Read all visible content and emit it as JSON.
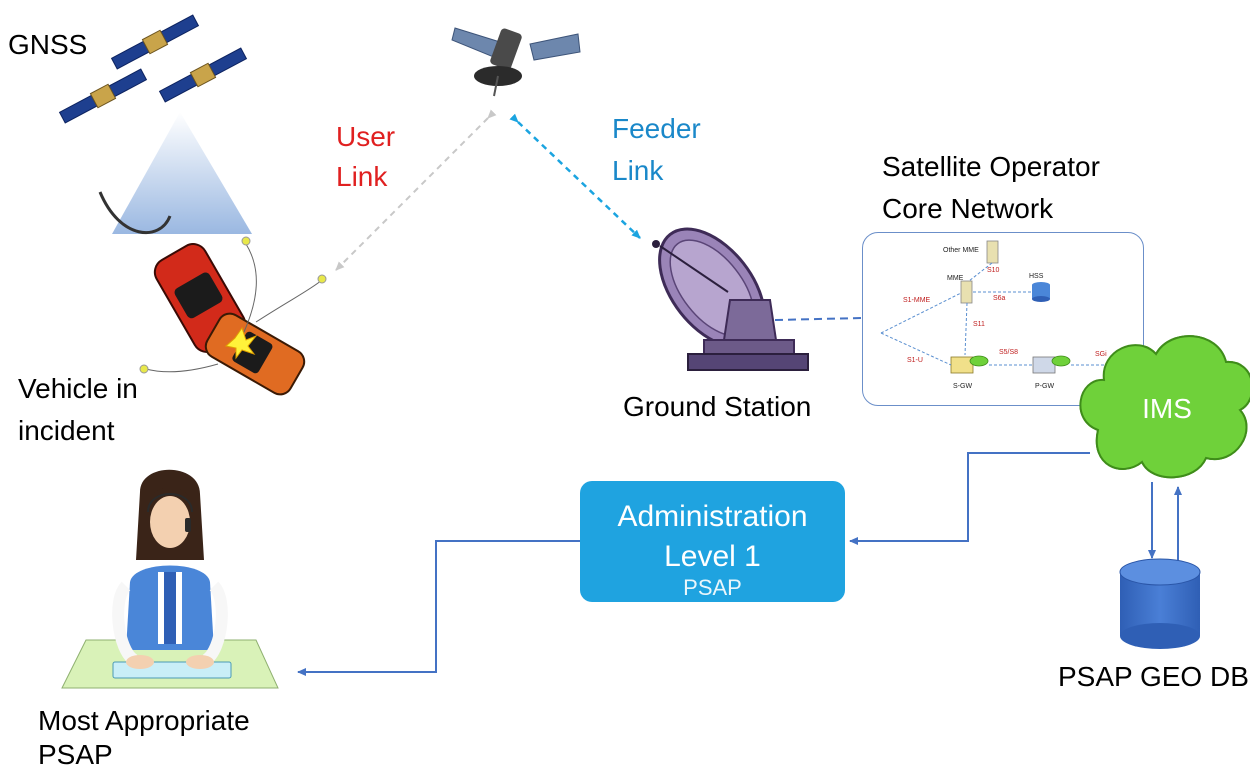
{
  "gnss": {
    "label": "GNSS"
  },
  "user_link": {
    "line1": "User",
    "line2": "Link"
  },
  "feeder_link": {
    "line1": "Feeder",
    "line2": "Link"
  },
  "vehicle": {
    "line1": "Vehicle in",
    "line2": "incident"
  },
  "ground_station": {
    "label": "Ground Station"
  },
  "core_network": {
    "title_line1": "Satellite Operator",
    "title_line2": "Core Network",
    "nodes": {
      "other_mme": "Other MME",
      "mme": "MME",
      "hss": "HSS",
      "sgw": "S-GW",
      "pgw": "P-GW"
    },
    "interfaces": {
      "s10": "S10",
      "s1_mme": "S1-MME",
      "s6a": "S6a",
      "s11": "S11",
      "s1_u": "S1-U",
      "s5_s8": "S5/S8",
      "sgi": "SGi"
    }
  },
  "ims": {
    "label": "IMS"
  },
  "admin": {
    "line1": "Administration",
    "line2": "Level 1",
    "line3": "PSAP"
  },
  "psap_geo_db": {
    "label": "PSAP GEO DB"
  },
  "psap": {
    "line1": "Most Appropriate",
    "line2": "PSAP"
  },
  "colors": {
    "user_link": "#e02020",
    "feeder_link": "#1a88c9",
    "ims_cloud": "#6fd13a",
    "admin_box": "#1fa3e0",
    "db": "#3b6ec7",
    "connector": "#4472c4"
  }
}
